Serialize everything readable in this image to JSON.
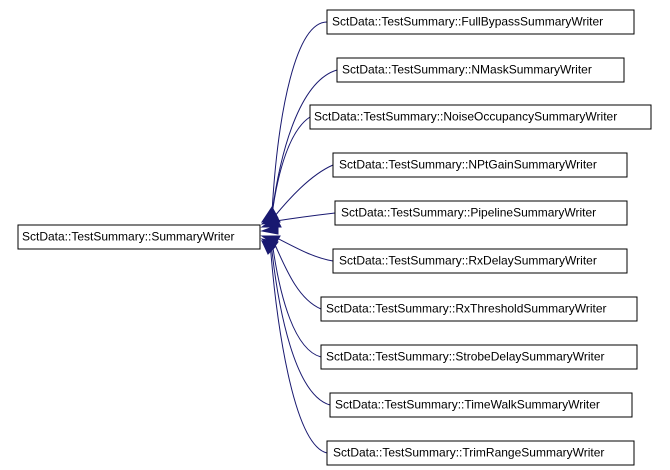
{
  "diagram": {
    "type": "inheritance-graph",
    "edge_color": "#191970",
    "base_class": {
      "label": "SctData::TestSummary::SummaryWriter"
    },
    "derived_classes": [
      {
        "label": "SctData::TestSummary::FullBypassSummaryWriter"
      },
      {
        "label": "SctData::TestSummary::NMaskSummaryWriter"
      },
      {
        "label": "SctData::TestSummary::NoiseOccupancySummaryWriter"
      },
      {
        "label": "SctData::TestSummary::NPtGainSummaryWriter"
      },
      {
        "label": "SctData::TestSummary::PipelineSummaryWriter"
      },
      {
        "label": "SctData::TestSummary::RxDelaySummaryWriter"
      },
      {
        "label": "SctData::TestSummary::RxThresholdSummaryWriter"
      },
      {
        "label": "SctData::TestSummary::StrobeDelaySummaryWriter"
      },
      {
        "label": "SctData::TestSummary::TimeWalkSummaryWriter"
      },
      {
        "label": "SctData::TestSummary::TrimRangeSummaryWriter"
      }
    ]
  }
}
